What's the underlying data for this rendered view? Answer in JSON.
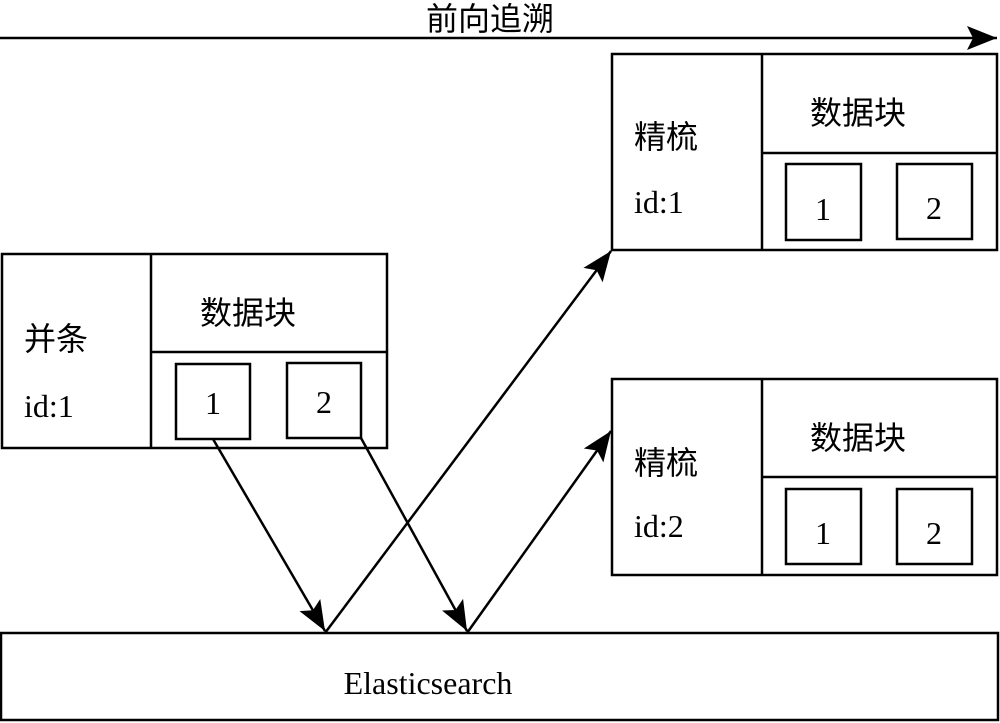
{
  "diagram": {
    "timeline": {
      "label": "前向追溯",
      "direction": "right"
    },
    "nodes": [
      {
        "id": "drawing",
        "name": "并条",
        "id_label": "id:1",
        "block_title": "数据块",
        "blocks": [
          "1",
          "2"
        ]
      },
      {
        "id": "combing-1",
        "name": "精梳",
        "id_label": "id:1",
        "block_title": "数据块",
        "blocks": [
          "1",
          "2"
        ]
      },
      {
        "id": "combing-2",
        "name": "精梳",
        "id_label": "id:2",
        "block_title": "数据块",
        "blocks": [
          "1",
          "2"
        ]
      }
    ],
    "store": {
      "label": "Elasticsearch"
    },
    "edges": [
      {
        "from": "drawing.block.1",
        "to": "Elasticsearch"
      },
      {
        "from": "drawing.block.2",
        "to": "Elasticsearch"
      },
      {
        "from": "Elasticsearch",
        "to": "combing-1"
      },
      {
        "from": "Elasticsearch",
        "to": "combing-2"
      }
    ],
    "colors": {
      "stroke": "#000000",
      "background": "#ffffff"
    }
  }
}
